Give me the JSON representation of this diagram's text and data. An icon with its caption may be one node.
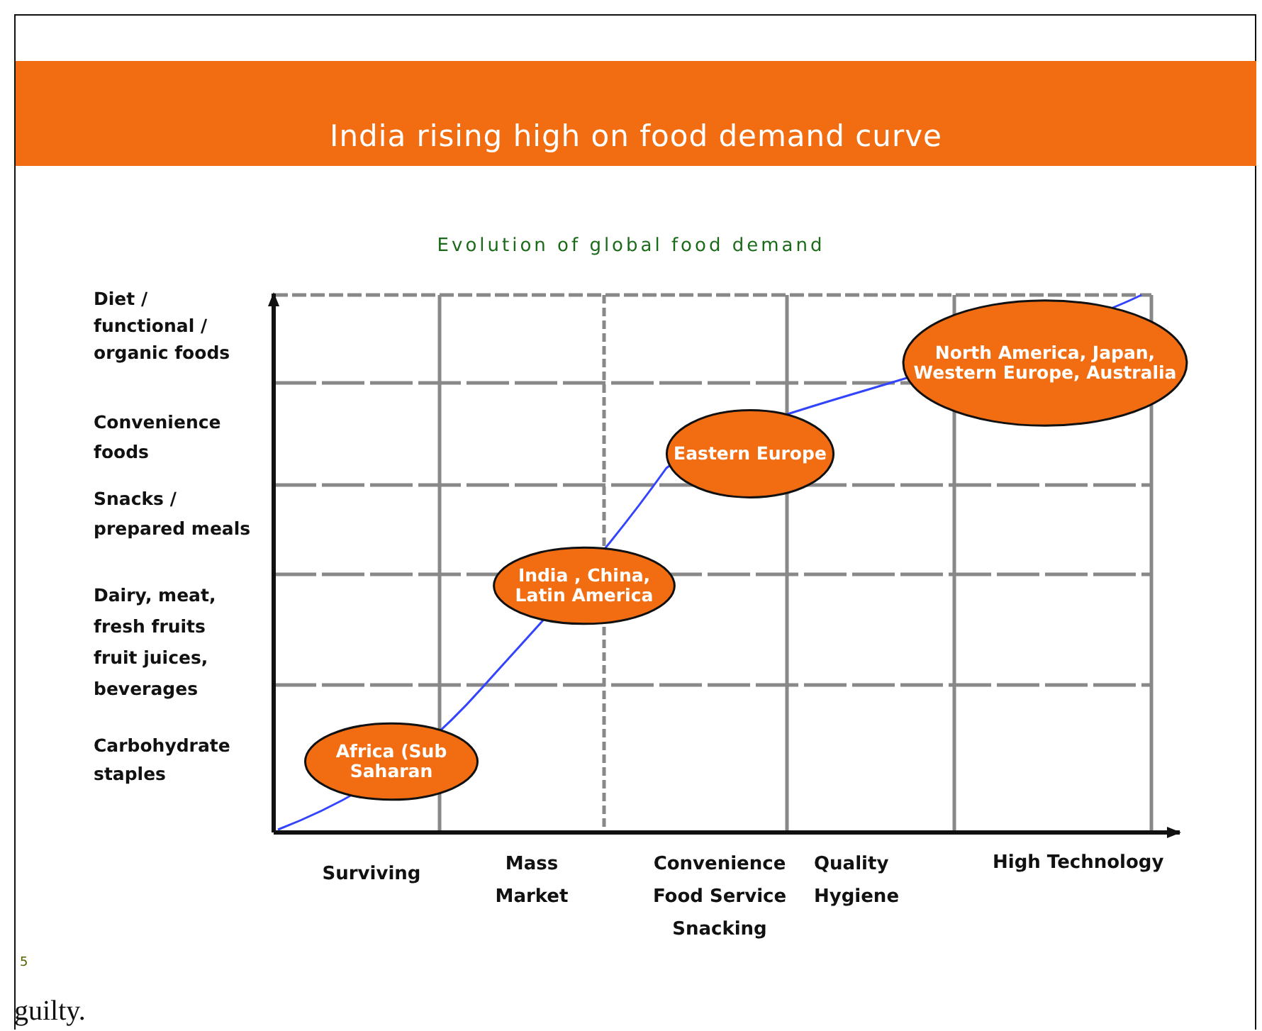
{
  "diagram": {
    "title": "India rising high on food demand curve",
    "nodes": [
      {
        "text": [
          "North America, Japan, Western Europe, Australia"
        ]
      },
      {
        "text": [
          "Eastern Europe"
        ]
      },
      {
        "text": [
          "India , China, Latin America"
        ]
      },
      {
        "text": [
          "Africa (Sub Saharan"
        ]
      }
    ],
    "labels": [
      "Evolution of global food demand",
      "Diet / functional / organic foods",
      "Convenience foods",
      "Snacks / prepared meals",
      "Dairy, meat, fresh fruits fruit juices, beverages",
      "Carbohydrate staples",
      "Surviving",
      "Mass Market",
      "Convenience Food Service Snacking",
      "Quality Hygiene",
      "High Technology",
      "5",
      "guilty."
    ]
  }
}
